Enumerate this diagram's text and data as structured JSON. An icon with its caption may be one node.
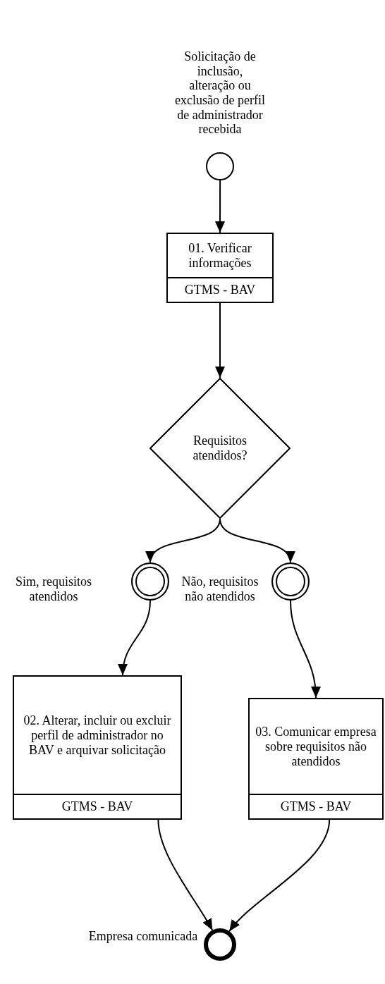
{
  "diagram": {
    "nodes": [
      {
        "text": [],
        "shape": "circle",
        "beside": [
          "Solicitação de inclusão, alteração ou exclusão de perfil de administrador recebida"
        ]
      },
      {
        "text": [
          "01. Verificar informações",
          "GTMS - BAV"
        ]
      },
      {
        "text": [
          "Requisitos atendidos?"
        ]
      },
      {
        "text": [],
        "shape": "circle",
        "beside": [
          "Sim, requisitos atendidos"
        ]
      },
      {
        "text": [],
        "shape": "circle",
        "beside": [
          "Não, requisitos não atendidos"
        ]
      },
      {
        "text": [
          "02. Alterar, incluir ou excluir perfil de administrador no BAV e arquivar solicitação",
          "GTMS - BAV"
        ]
      },
      {
        "text": [
          "03. Comunicar empresa sobre requisitos não atendidos",
          "GTMS - BAV"
        ]
      },
      {
        "text": [],
        "shape": "circle",
        "beside": [
          "Empresa comunicada"
        ]
      }
    ],
    "edges": [
      {
        "from": 0,
        "to": 1,
        "arrow": "to"
      },
      {
        "from": 1,
        "to": 2,
        "arrow": "to"
      },
      {
        "from": 2,
        "to": 3,
        "arrow": "to"
      },
      {
        "from": 2,
        "to": 4,
        "arrow": "to"
      },
      {
        "from": 3,
        "to": 5,
        "arrow": "to"
      },
      {
        "from": 4,
        "to": 6,
        "arrow": "to"
      },
      {
        "from": 5,
        "to": 7,
        "arrow": "to"
      },
      {
        "from": 6,
        "to": 7,
        "arrow": "to"
      }
    ]
  }
}
